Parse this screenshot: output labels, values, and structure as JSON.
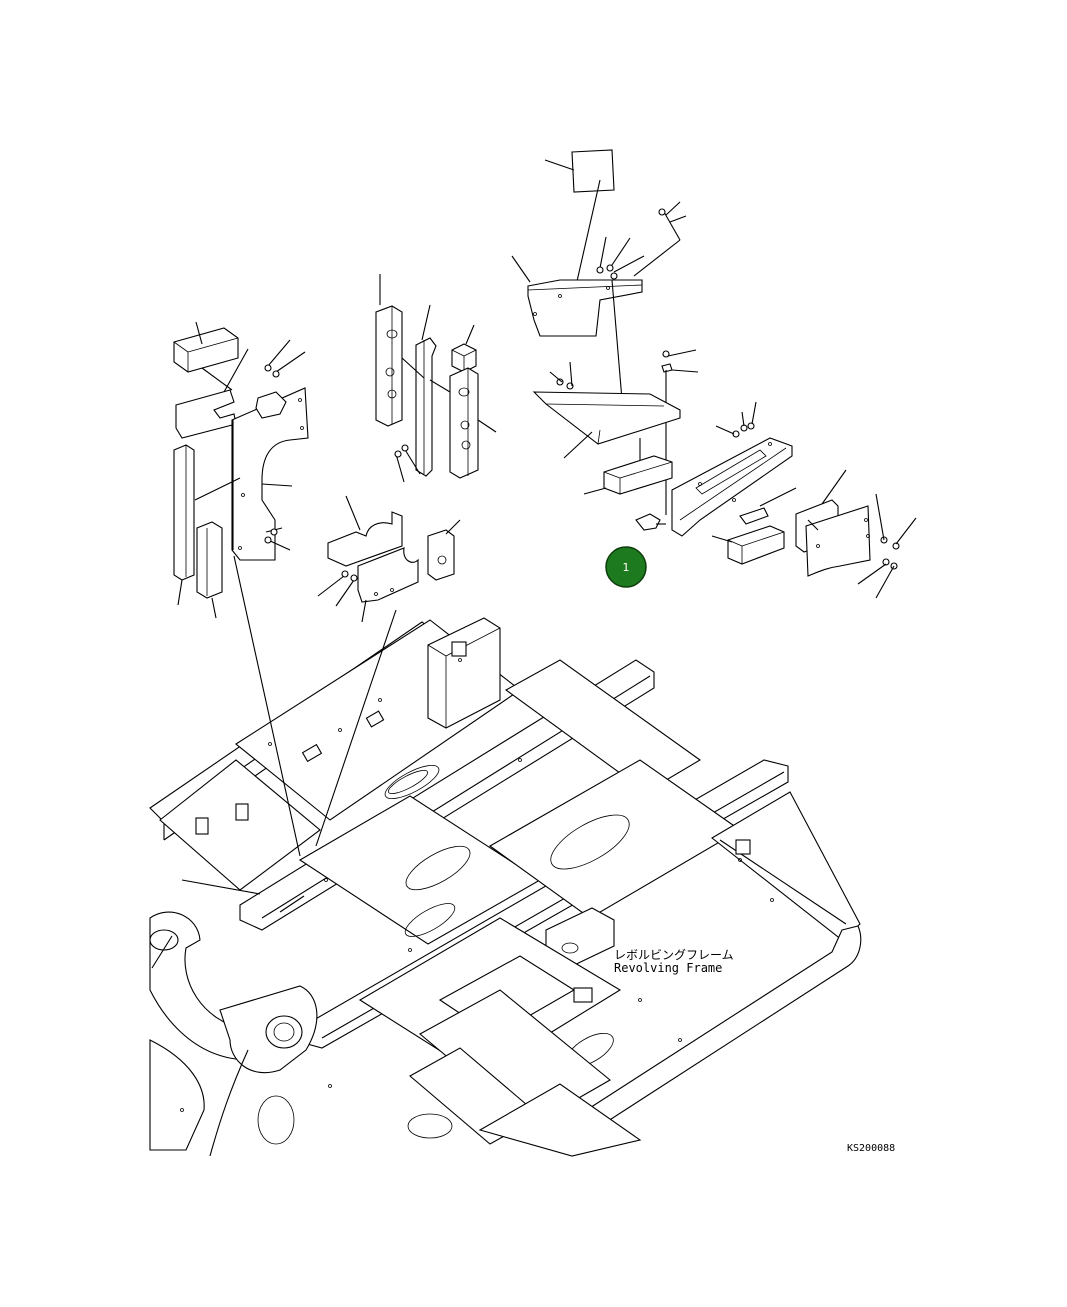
{
  "frame_label": {
    "jp": "レボルビングフレーム",
    "en": "Revolving Frame"
  },
  "drawing_code": "KS200088",
  "callouts": [
    {
      "id": "callout-1",
      "label": "1",
      "color": "#1e7a1e"
    }
  ]
}
